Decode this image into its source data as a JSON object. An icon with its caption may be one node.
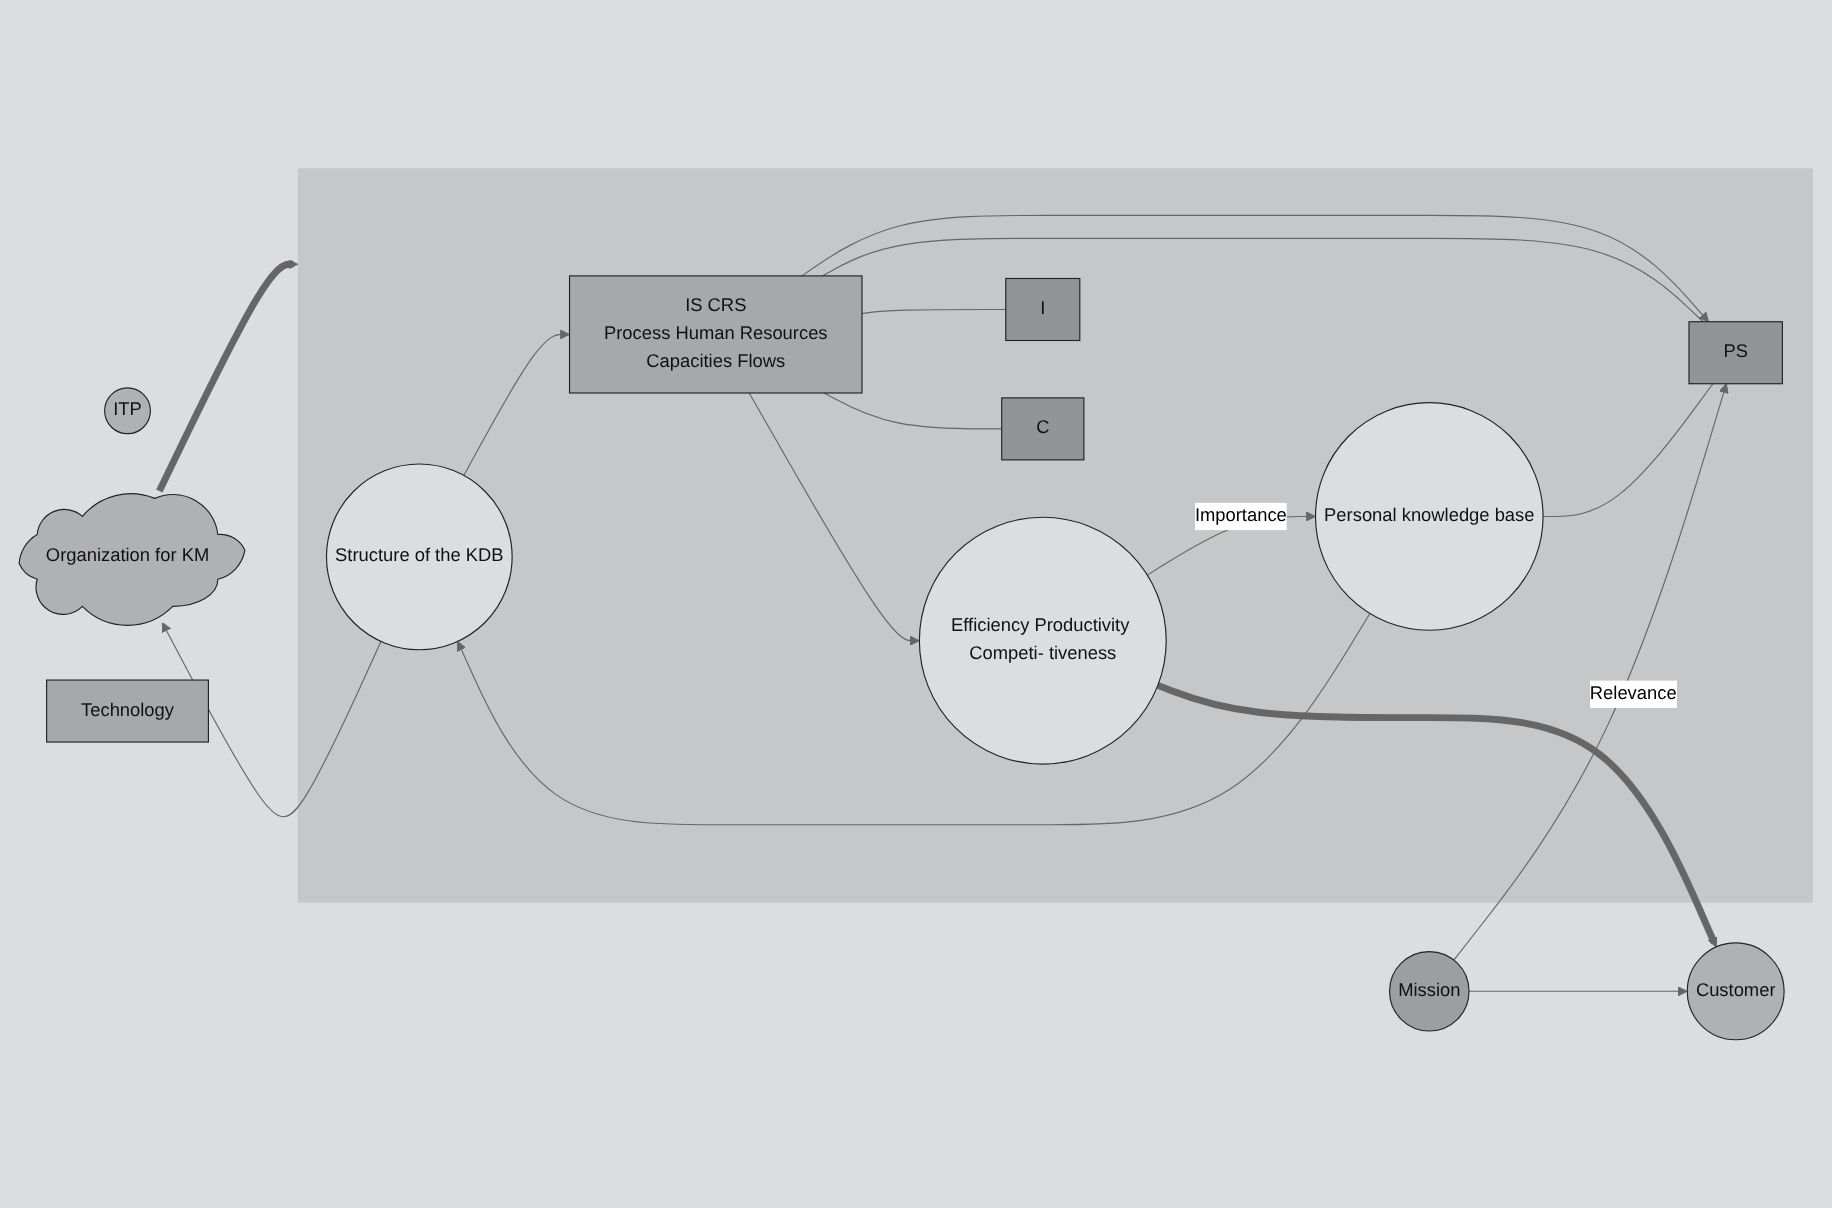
{
  "diagram": {
    "nodes": [
      {
        "text": [
          "ITP"
        ]
      },
      {
        "text": [
          "Organization for KM"
        ]
      },
      {
        "text": [],
        "shape": "box"
      },
      {
        "text": [
          "Structure of the KDB"
        ],
        "in": 2
      },
      {
        "text": [
          "Personal knowledge base"
        ],
        "in": 2
      },
      {
        "text": [
          "Efficiency Productivity Competi- tiveness"
        ],
        "in": 2
      },
      {
        "text": [
          "PS"
        ],
        "in": 2
      },
      {
        "text": [
          "I"
        ],
        "in": 2
      },
      {
        "text": [
          "C"
        ],
        "in": 2
      },
      {
        "text": [
          "IS CRS",
          "Process Human Resources",
          "Capacities Flows"
        ],
        "in": 2
      },
      {
        "text": [
          "Mission"
        ]
      },
      {
        "text": [
          "Customer"
        ]
      },
      {
        "text": [
          "Technology"
        ]
      }
    ],
    "edges": [
      {
        "from": 1,
        "to": 2,
        "arrow": "to",
        "style": "thick"
      },
      {
        "from": 3,
        "to": 1,
        "arrow": "to"
      },
      {
        "from": 4,
        "to": 3,
        "arrow": "to"
      },
      {
        "from": 5,
        "to": 4,
        "arrow": "to",
        "label": "Importance"
      },
      {
        "from": 10,
        "to": 6,
        "arrow": "to",
        "label": "Relevance"
      },
      {
        "from": 10,
        "to": 11,
        "arrow": "to"
      },
      {
        "from": 4,
        "to": 6,
        "arrow": "none"
      },
      {
        "from": 3,
        "to": 9,
        "arrow": "to"
      },
      {
        "from": 9,
        "to": 6,
        "arrow": "to"
      },
      {
        "from": 9,
        "to": 6,
        "arrow": "none"
      },
      {
        "from": 9,
        "to": 7,
        "arrow": "none"
      },
      {
        "from": 9,
        "to": 8,
        "arrow": "none"
      },
      {
        "from": 9,
        "to": 5,
        "arrow": "to"
      },
      {
        "from": 5,
        "to": 11,
        "arrow": "to",
        "style": "thick"
      }
    ]
  }
}
